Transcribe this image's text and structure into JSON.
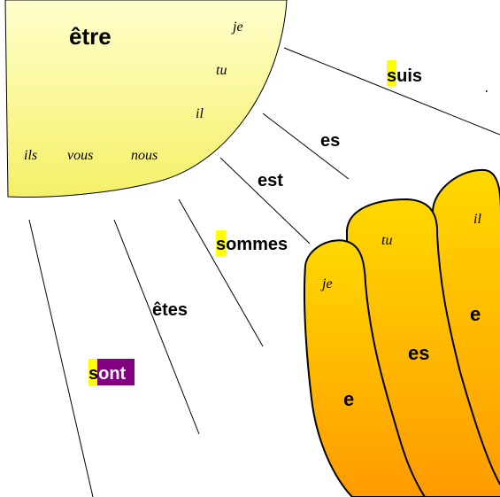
{
  "sun": {
    "title": "être",
    "pronouns": {
      "je": "je",
      "tu": "tu",
      "il": "il",
      "nous": "nous",
      "vous": "vous",
      "ils": "ils"
    }
  },
  "rays": {
    "suis": {
      "first": "s",
      "rest": "uis"
    },
    "es": "es",
    "est": "est",
    "sommes": {
      "first": "s",
      "rest": "ommes"
    },
    "etes": "êtes",
    "sont": {
      "first": "s",
      "rest": "ont"
    }
  },
  "hand": {
    "fingers": {
      "je": {
        "pronoun": "je",
        "ending": "e"
      },
      "tu": {
        "pronoun": "tu",
        "ending": "es"
      },
      "il": {
        "pronoun": "il",
        "ending": "e"
      }
    }
  },
  "colors": {
    "sun_fill_light": "#FFFFCC",
    "sun_fill_dark": "#F5F067",
    "highlight_yellow": "#FFFF00",
    "highlight_purple": "#800080",
    "finger_top": "#FFD800",
    "finger_bottom": "#FF9A00"
  }
}
